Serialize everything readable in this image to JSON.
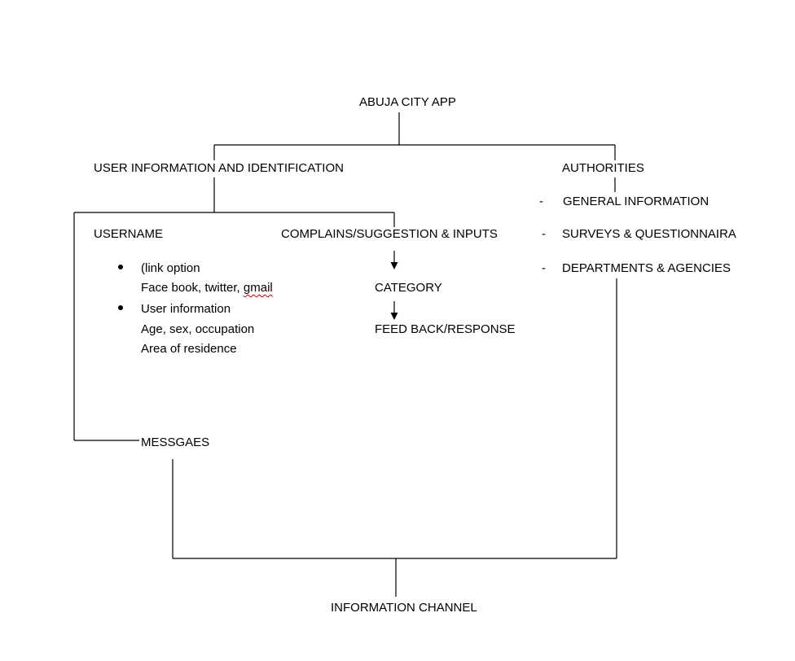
{
  "root": "ABUJA CITY APP",
  "user_section": {
    "title": "USER INFORMATION AND IDENTIFICATION",
    "username": "USERNAME",
    "link_option": "(link option",
    "social_prefix": "Face book, twitter, ",
    "social_gmail": "gmail",
    "user_information": "User information",
    "demographics": "Age, sex, occupation",
    "residence": "Area of residence",
    "messages": "MESSGAES"
  },
  "complaints_section": {
    "title": "COMPLAINS/SUGGESTION & INPUTS",
    "category": "CATEGORY",
    "feedback": "FEED BACK/RESPONSE"
  },
  "authorities_section": {
    "title": "AUTHORITIES",
    "dash": "-",
    "items": [
      "GENERAL INFORMATION",
      "SURVEYS & QUESTIONNAIRA",
      "DEPARTMENTS & AGENCIES"
    ]
  },
  "bottom": "INFORMATION CHANNEL",
  "colors": {
    "line": "#000000",
    "spellcheck_underline": "#d40000"
  }
}
